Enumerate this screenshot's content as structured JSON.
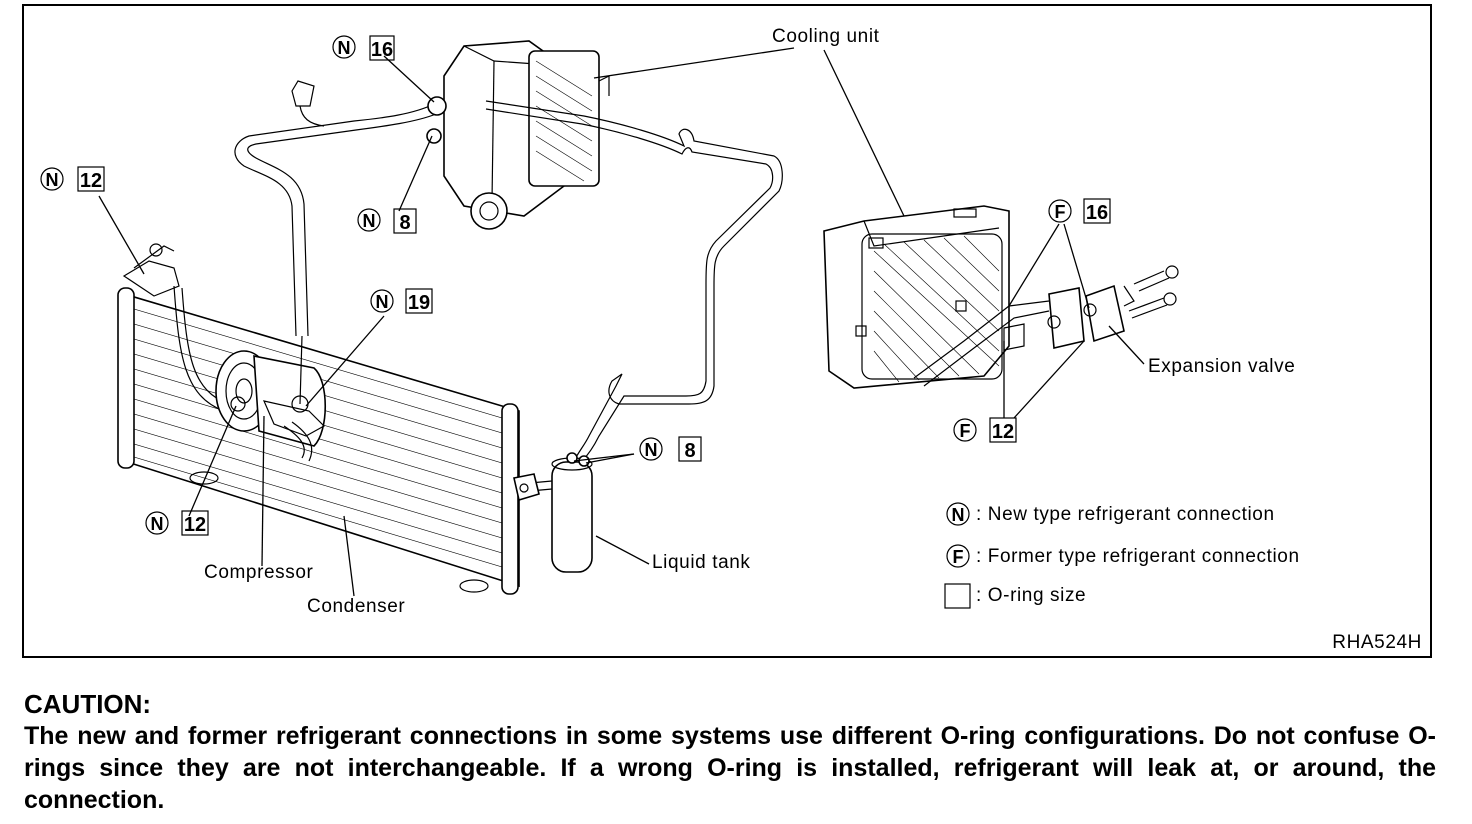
{
  "diagram": {
    "labels": {
      "cooling_unit": "Cooling unit",
      "expansion_valve": "Expansion valve",
      "compressor": "Compressor",
      "condenser": "Condenser",
      "liquid_tank": "Liquid tank"
    },
    "callouts": [
      {
        "id": "evap-top",
        "type": "N",
        "size": "16"
      },
      {
        "id": "evap-bottom",
        "type": "N",
        "size": "8"
      },
      {
        "id": "condenser-inlet",
        "type": "N",
        "size": "12"
      },
      {
        "id": "compressor-discharge",
        "type": "N",
        "size": "19"
      },
      {
        "id": "compressor-suction",
        "type": "N",
        "size": "12"
      },
      {
        "id": "liquid-tank",
        "type": "N",
        "size": "8"
      },
      {
        "id": "exp-valve-upper",
        "type": "F",
        "size": "16"
      },
      {
        "id": "exp-valve-lower",
        "type": "F",
        "size": "12"
      }
    ],
    "legend": [
      {
        "symbol": "N",
        "text": ": New type refrigerant connection"
      },
      {
        "symbol": "F",
        "text": ": Former type refrigerant connection"
      },
      {
        "symbol": "",
        "text": ": O-ring size"
      }
    ],
    "figure_code": "RHA524H"
  },
  "caution": {
    "title": "CAUTION:",
    "text": "The new and former refrigerant connections in some systems use different O-ring configurations. Do not confuse O-rings since they are not interchangeable. If a wrong O-ring is installed, refrigerant will leak at, or around, the connection."
  }
}
